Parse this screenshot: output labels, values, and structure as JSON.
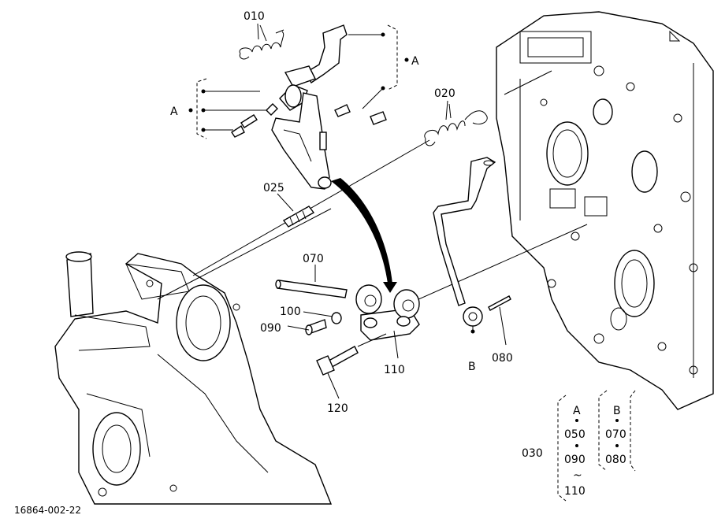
{
  "callouts": {
    "p010": "010",
    "p020": "020",
    "p025": "025",
    "p070": "070",
    "p100": "100",
    "p090": "090",
    "p110": "110",
    "p120": "120",
    "p080": "080",
    "p030": "030"
  },
  "ref_labels": {
    "a_left": "A",
    "a_right": "A",
    "b_bottom": "B"
  },
  "legend": {
    "col_a_header": "A",
    "col_a_items": [
      "050",
      "090",
      "110"
    ],
    "col_a_range_mark": "~",
    "col_b_header": "B",
    "col_b_items": [
      "070",
      "080"
    ]
  },
  "figure_code": "16864-002-22"
}
